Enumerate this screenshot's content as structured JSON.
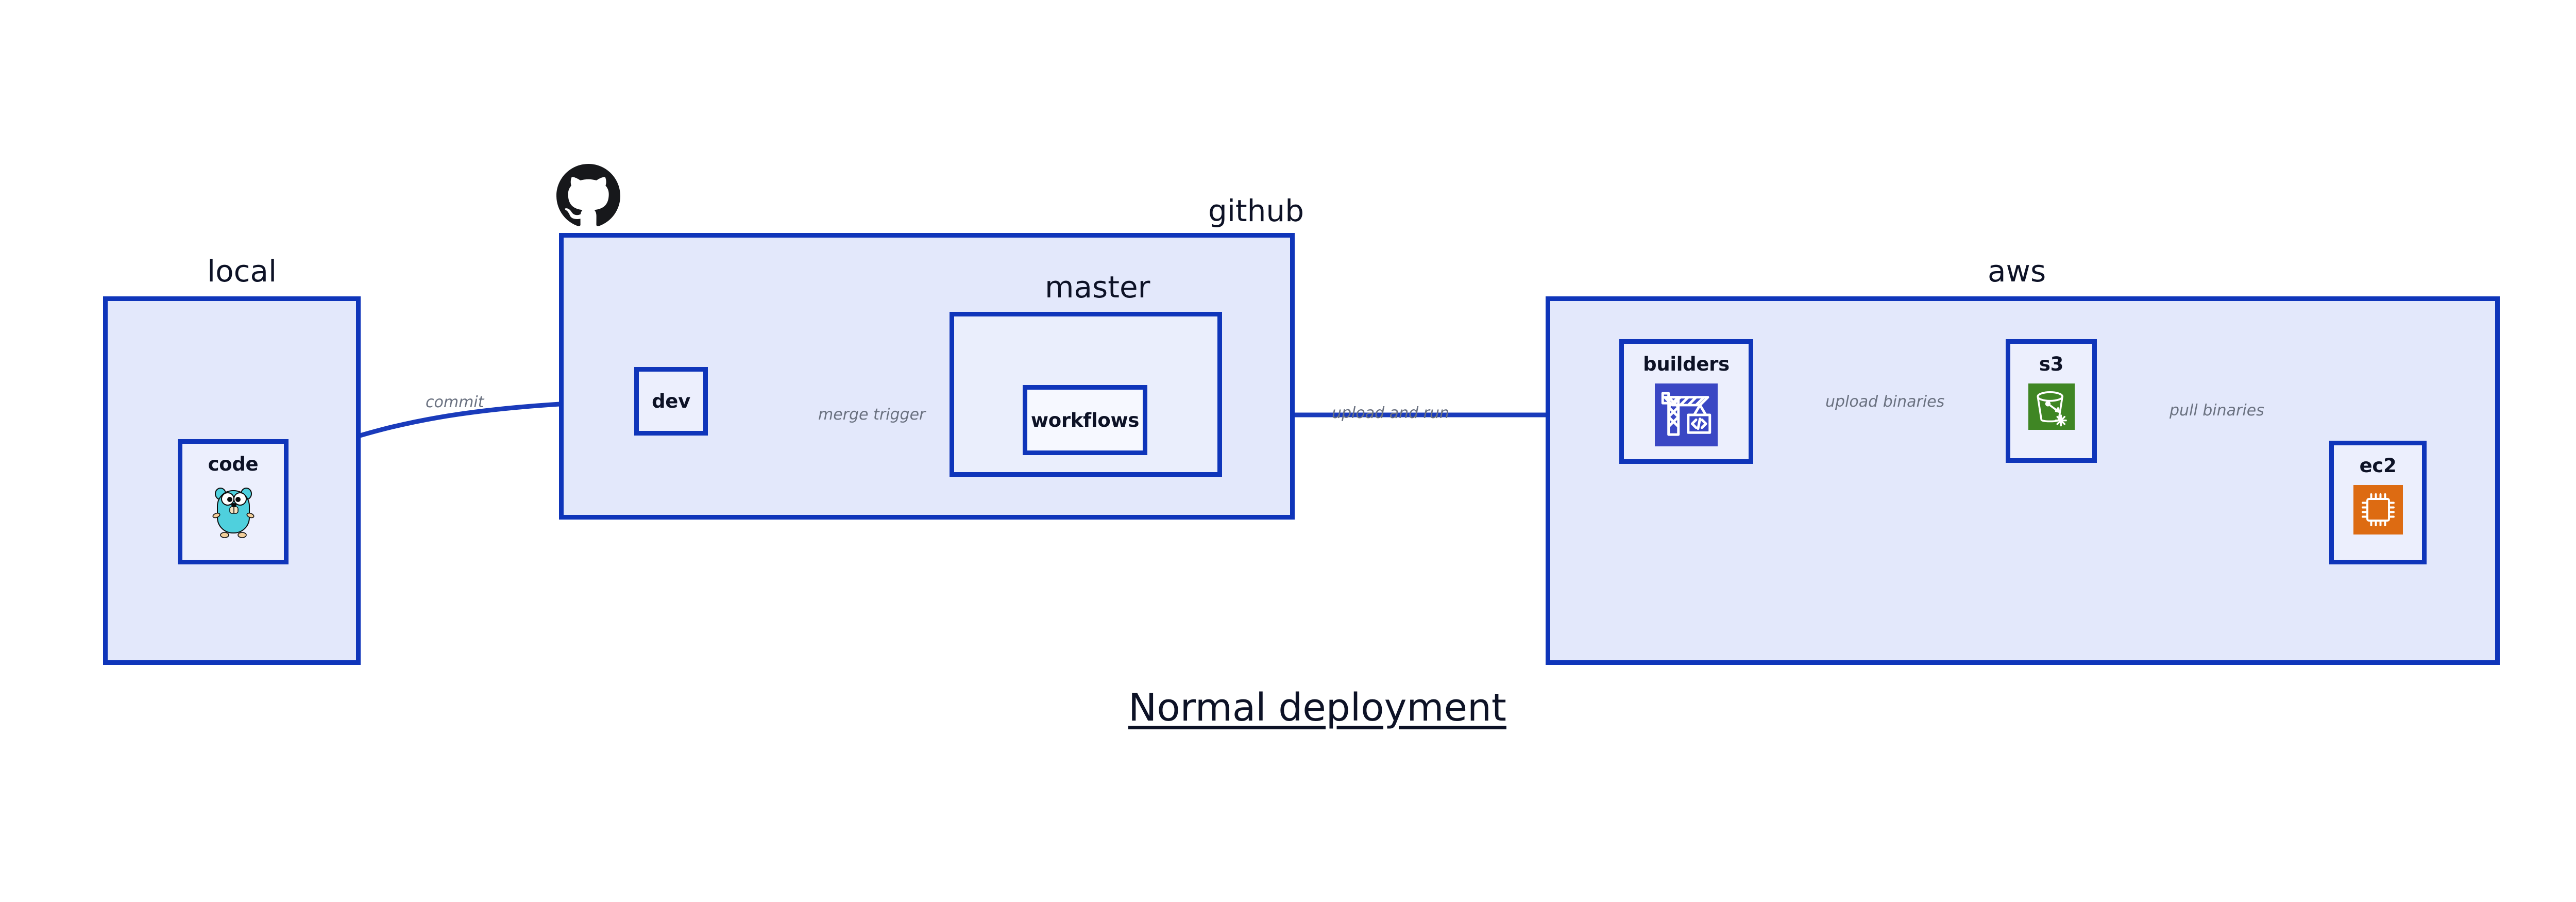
{
  "diagram": {
    "title": "Normal deployment",
    "accent_border": "#0f35ba",
    "cluster_fill": "#e3e8fb",
    "node_fill": "#eceffd",
    "edge_label_color": "#6a7180",
    "title_color": "#0d1226"
  },
  "clusters": [
    {
      "id": "local",
      "label": "local"
    },
    {
      "id": "github",
      "label": "github"
    },
    {
      "id": "master",
      "label": "master"
    },
    {
      "id": "aws",
      "label": "aws"
    }
  ],
  "nodes": [
    {
      "id": "code",
      "label": "code",
      "icon": "go-gopher-icon",
      "icon_color": "#4fd0dd"
    },
    {
      "id": "dev",
      "label": "dev",
      "icon": "none",
      "icon_color": ""
    },
    {
      "id": "workflows",
      "label": "workflows",
      "icon": "none",
      "icon_color": ""
    },
    {
      "id": "builders",
      "label": "builders",
      "icon": "crane-code-icon",
      "icon_color": "#3a47c4"
    },
    {
      "id": "s3",
      "label": "s3",
      "icon": "s3-bucket-icon",
      "icon_color": "#3f8624"
    },
    {
      "id": "ec2",
      "label": "ec2",
      "icon": "cpu-chip-icon",
      "icon_color": "#dd6b12"
    }
  ],
  "edges": [
    {
      "id": "commit",
      "label": "commit",
      "from": "code",
      "to": "dev"
    },
    {
      "id": "merge-trigger",
      "label": "merge trigger",
      "from": "dev",
      "to": "workflows"
    },
    {
      "id": "upload-and-run",
      "label": "upload and run",
      "from": "workflows",
      "to": "builders"
    },
    {
      "id": "upload-binaries",
      "label": "upload binaries",
      "from": "builders",
      "to": "s3"
    },
    {
      "id": "pull-binaries",
      "label": "pull binaries",
      "from": "s3",
      "to": "ec2"
    }
  ],
  "brand": {
    "github_mark": "github-logo-icon"
  }
}
